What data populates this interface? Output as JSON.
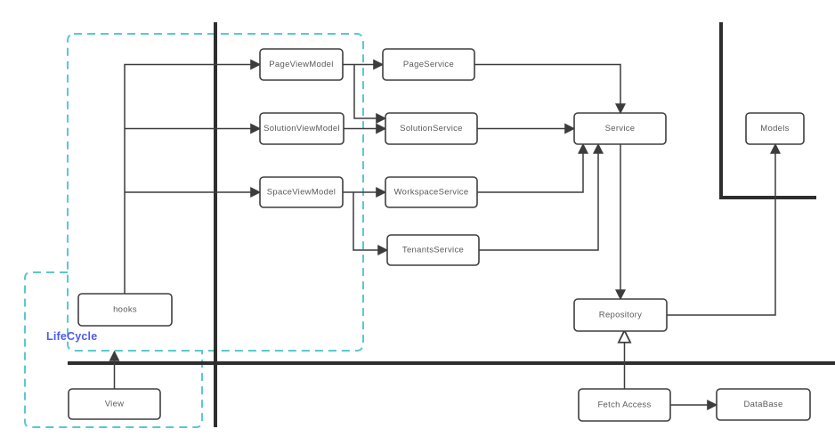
{
  "labels": {
    "lifecycle": "LifeCycle"
  },
  "colors": {
    "background": "#FFFFFF",
    "box_border": "#3F3F3F",
    "box_text": "#595959",
    "connector_line": "#3C3C3C",
    "thick_divider": "#2E2E2E",
    "dashed_region": "#5BC8CF",
    "lifecycle_text": "#4C5BF0"
  },
  "nodes": {
    "page_view_model": {
      "label": "PageViewModel"
    },
    "solution_view_model": {
      "label": "SolutionViewModel"
    },
    "space_view_model": {
      "label": "SpaceViewModel"
    },
    "page_service": {
      "label": "PageService"
    },
    "solution_service": {
      "label": "SolutionService"
    },
    "workspace_service": {
      "label": "WorkspaceService"
    },
    "tenants_service": {
      "label": "TenantsService"
    },
    "service": {
      "label": "Service"
    },
    "models": {
      "label": "Models"
    },
    "repository": {
      "label": "Repository"
    },
    "hooks": {
      "label": "hooks"
    },
    "view": {
      "label": "View"
    },
    "fetch_access": {
      "label": "Fetch Access"
    },
    "database": {
      "label": "DataBase"
    }
  },
  "edges": [
    {
      "from": "hooks",
      "to": "page_view_model",
      "head": "filled"
    },
    {
      "from": "hooks",
      "to": "solution_view_model",
      "head": "filled"
    },
    {
      "from": "hooks",
      "to": "space_view_model",
      "head": "filled"
    },
    {
      "from": "page_view_model",
      "to": "page_service",
      "head": "filled"
    },
    {
      "from": "page_view_model",
      "to": "solution_service",
      "head": "filled"
    },
    {
      "from": "solution_view_model",
      "to": "solution_service",
      "head": "filled"
    },
    {
      "from": "space_view_model",
      "to": "workspace_service",
      "head": "filled"
    },
    {
      "from": "space_view_model",
      "to": "tenants_service",
      "head": "filled"
    },
    {
      "from": "page_service",
      "to": "service",
      "head": "filled"
    },
    {
      "from": "solution_service",
      "to": "service",
      "head": "filled"
    },
    {
      "from": "workspace_service",
      "to": "service",
      "head": "filled"
    },
    {
      "from": "tenants_service",
      "to": "service",
      "head": "filled"
    },
    {
      "from": "service",
      "to": "repository",
      "head": "filled"
    },
    {
      "from": "repository",
      "to": "models",
      "head": "filled"
    },
    {
      "from": "fetch_access",
      "to": "repository",
      "head": "hollow"
    },
    {
      "from": "fetch_access",
      "to": "database",
      "head": "filled"
    },
    {
      "from": "view",
      "to": "lifecycle_boundary",
      "head": "filled"
    }
  ]
}
